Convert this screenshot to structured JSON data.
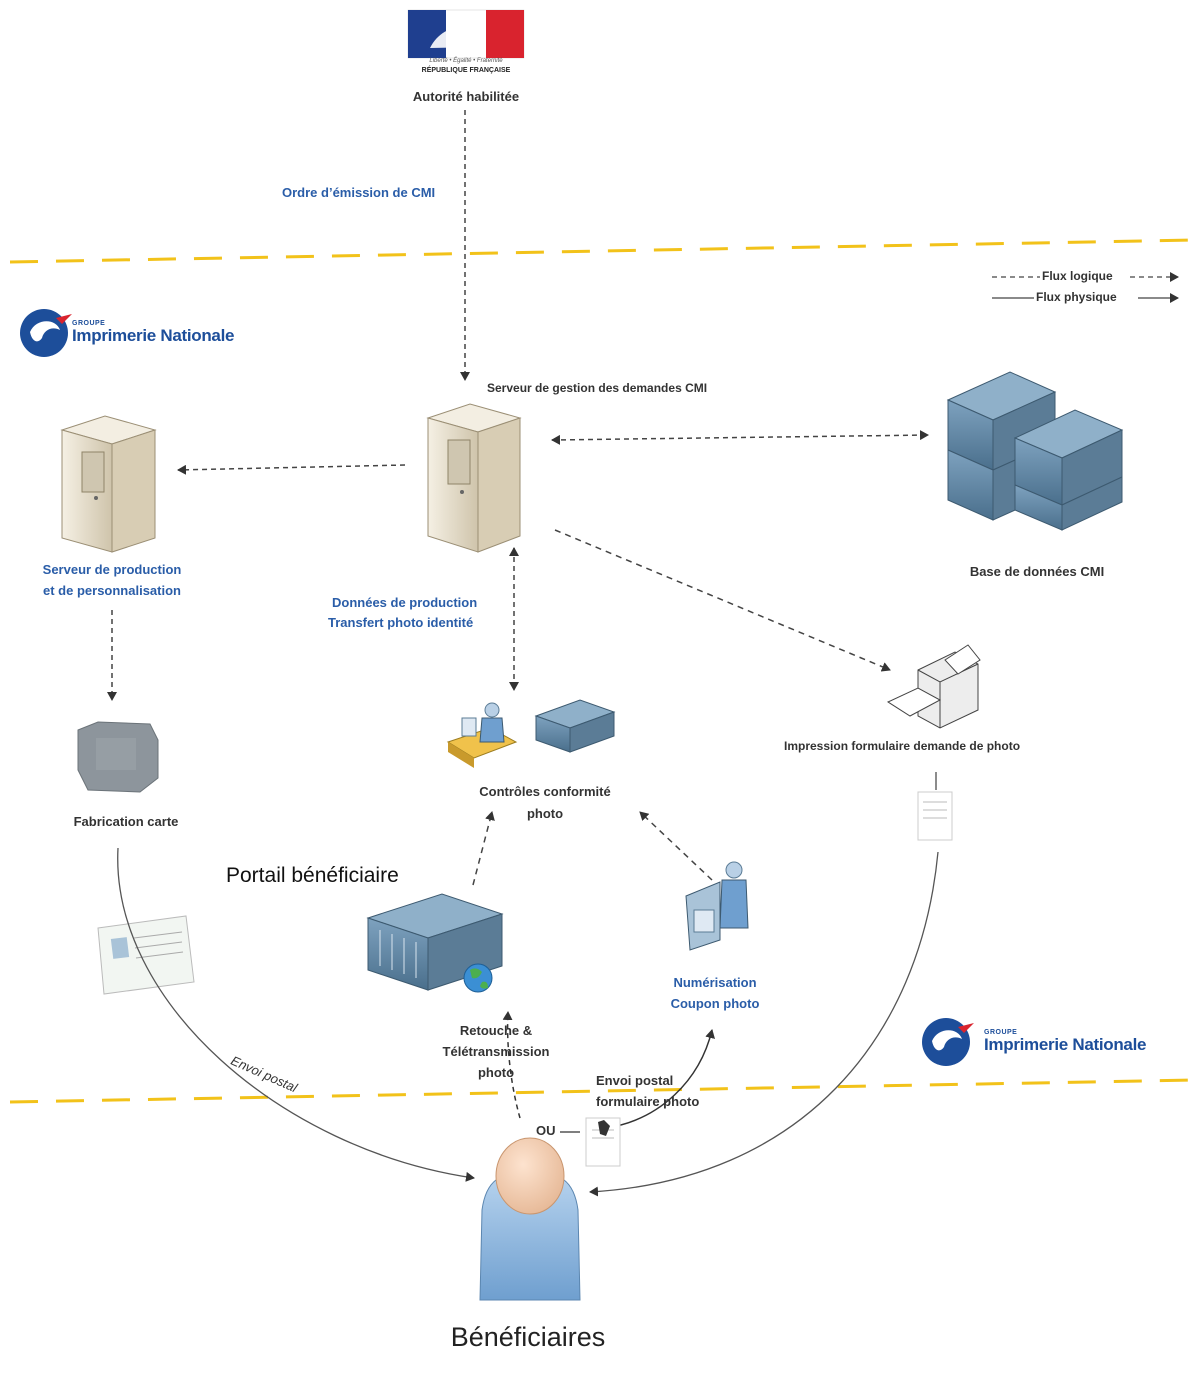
{
  "authority": {
    "motto": "Liberté • Égalité • Fraternité",
    "republic": "RÉPUBLIQUE FRANÇAISE",
    "label": "Autorité habilitée"
  },
  "flows": {
    "order": "Ordre d’émission de CMI",
    "production_data": "Données de production",
    "photo_transfer": "Transfert photo identité",
    "postal_card": "Envoi postal",
    "postal_form_1": "Envoi postal",
    "postal_form_2": "formulaire photo",
    "or": "OU"
  },
  "legend": {
    "logical": "Flux logique",
    "physical": "Flux physique"
  },
  "brand": {
    "group": "GROUPE",
    "name": "Imprimerie Nationale"
  },
  "nodes": {
    "request_server": "Serveur de gestion des demandes CMI",
    "prod_server_1": "Serveur de production",
    "prod_server_2": "et de personnalisation",
    "database": "Base de données CMI",
    "print_form": "Impression formulaire demande de photo",
    "card_fabrication": "Fabrication carte",
    "photo_checks_1": "Contrôles conformité",
    "photo_checks_2": "photo",
    "portal": "Portail bénéficiaire",
    "retouch_1": "Retouche &",
    "retouch_2": "Télétransmission",
    "retouch_3": "photo",
    "scan_1": "Numérisation",
    "scan_2": "Coupon photo",
    "beneficiaries": "Bénéficiaires"
  },
  "colors": {
    "zone_line": "#f2c21a",
    "label_blue": "#2a5da8",
    "rack": "#5a7f9c",
    "server_beige": "#e8e0cf",
    "person": "#8fb8e0",
    "marianne_blue": "#1f3f8f",
    "marianne_red": "#d9232e"
  }
}
